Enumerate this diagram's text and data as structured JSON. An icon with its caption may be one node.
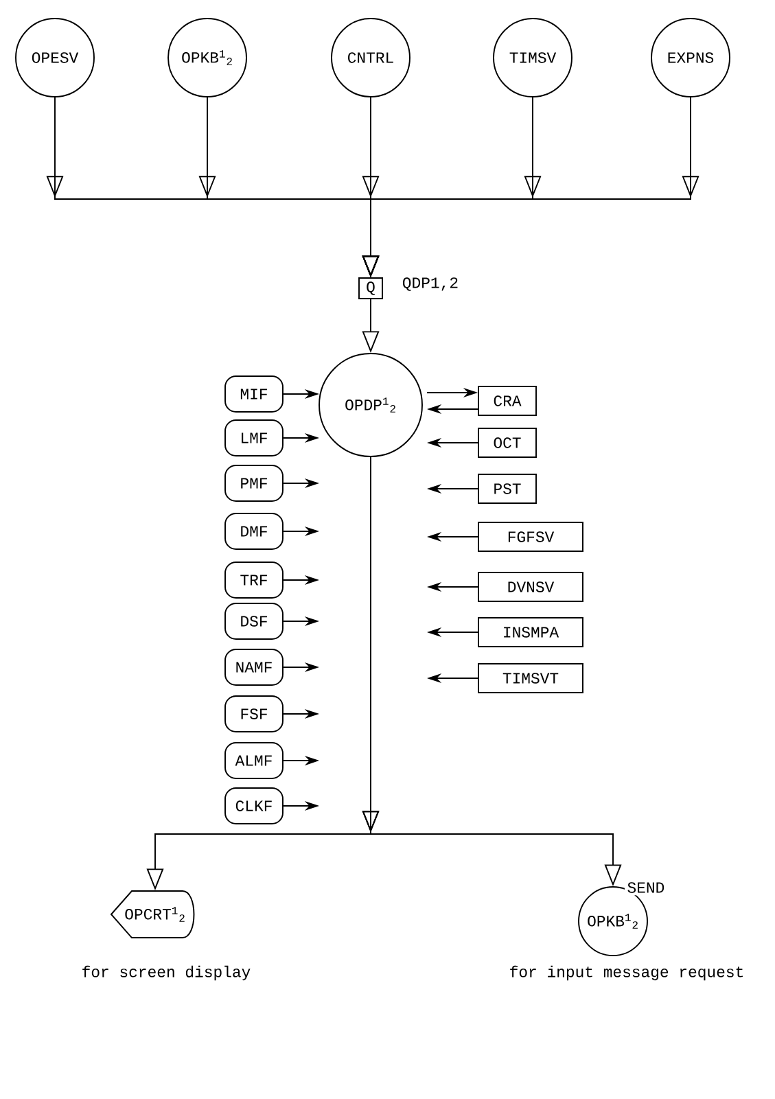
{
  "diagram": {
    "nodes": [
      {
        "text": [
          "OPESV"
        ]
      },
      {
        "text": [
          "OPKB$^{1}$$_{2}$"
        ]
      },
      {
        "text": [
          "CNTRL"
        ]
      },
      {
        "text": [
          "TIMSV"
        ]
      },
      {
        "text": [
          "EXPNS"
        ]
      },
      {
        "text": [
          "Q"
        ],
        "beside": [
          "QDP1,2"
        ]
      },
      {
        "text": [
          "OPDP$^{1}$$_{2}$"
        ]
      },
      {
        "text": [
          "MIF"
        ]
      },
      {
        "text": [
          "LMF"
        ]
      },
      {
        "text": [
          "PMF"
        ]
      },
      {
        "text": [
          "DMF"
        ]
      },
      {
        "text": [
          "TRF"
        ]
      },
      {
        "text": [
          "DSF"
        ]
      },
      {
        "text": [
          "NAMF"
        ]
      },
      {
        "text": [
          "FSF"
        ]
      },
      {
        "text": [
          "ALMF"
        ]
      },
      {
        "text": [
          "CLKF"
        ]
      },
      {
        "text": [
          "CRA"
        ]
      },
      {
        "text": [
          "OCT"
        ]
      },
      {
        "text": [
          "PST"
        ]
      },
      {
        "text": [
          "FGFSV"
        ]
      },
      {
        "text": [
          "DVNSV"
        ]
      },
      {
        "text": [
          "INSMPA"
        ]
      },
      {
        "text": [
          "TIMSVT"
        ]
      },
      {
        "text": [
          "OPCRT$^{1}$$_{2}$"
        ],
        "beside": [
          "for screen display"
        ]
      },
      {
        "text": [
          "OPKB$^{1}$$_{2}$"
        ],
        "beside": [
          "for input message request"
        ]
      }
    ],
    "edges": [
      {
        "from": 0,
        "to": 5,
        "arrow": "to"
      },
      {
        "from": 1,
        "to": 5,
        "arrow": "to"
      },
      {
        "from": 2,
        "to": 5,
        "arrow": "to"
      },
      {
        "from": 3,
        "to": 5,
        "arrow": "to"
      },
      {
        "from": 4,
        "to": 5,
        "arrow": "to"
      },
      {
        "from": 5,
        "to": 6,
        "arrow": "to"
      },
      {
        "from": 7,
        "to": 6,
        "arrow": "to"
      },
      {
        "from": 8,
        "to": 6,
        "arrow": "to"
      },
      {
        "from": 9,
        "to": null,
        "arrow": "to"
      },
      {
        "from": 10,
        "to": null,
        "arrow": "to"
      },
      {
        "from": 11,
        "to": null,
        "arrow": "to"
      },
      {
        "from": 12,
        "to": null,
        "arrow": "to"
      },
      {
        "from": 13,
        "to": null,
        "arrow": "to"
      },
      {
        "from": 14,
        "to": null,
        "arrow": "to"
      },
      {
        "from": 15,
        "to": null,
        "arrow": "to"
      },
      {
        "from": 16,
        "to": null,
        "arrow": "to"
      },
      {
        "from": 6,
        "to": 17,
        "arrow": "to"
      },
      {
        "from": 17,
        "to": 6,
        "arrow": "to"
      },
      {
        "from": 18,
        "to": 6,
        "arrow": "to"
      },
      {
        "from": 19,
        "to": null,
        "arrow": "to"
      },
      {
        "from": 20,
        "to": null,
        "arrow": "to"
      },
      {
        "from": 21,
        "to": null,
        "arrow": "to"
      },
      {
        "from": 22,
        "to": null,
        "arrow": "to"
      },
      {
        "from": 23,
        "to": null,
        "arrow": "to"
      },
      {
        "from": 6,
        "to": 24,
        "arrow": "to"
      },
      {
        "from": 6,
        "to": 25,
        "arrow": "to",
        "label": "SEND"
      }
    ]
  }
}
